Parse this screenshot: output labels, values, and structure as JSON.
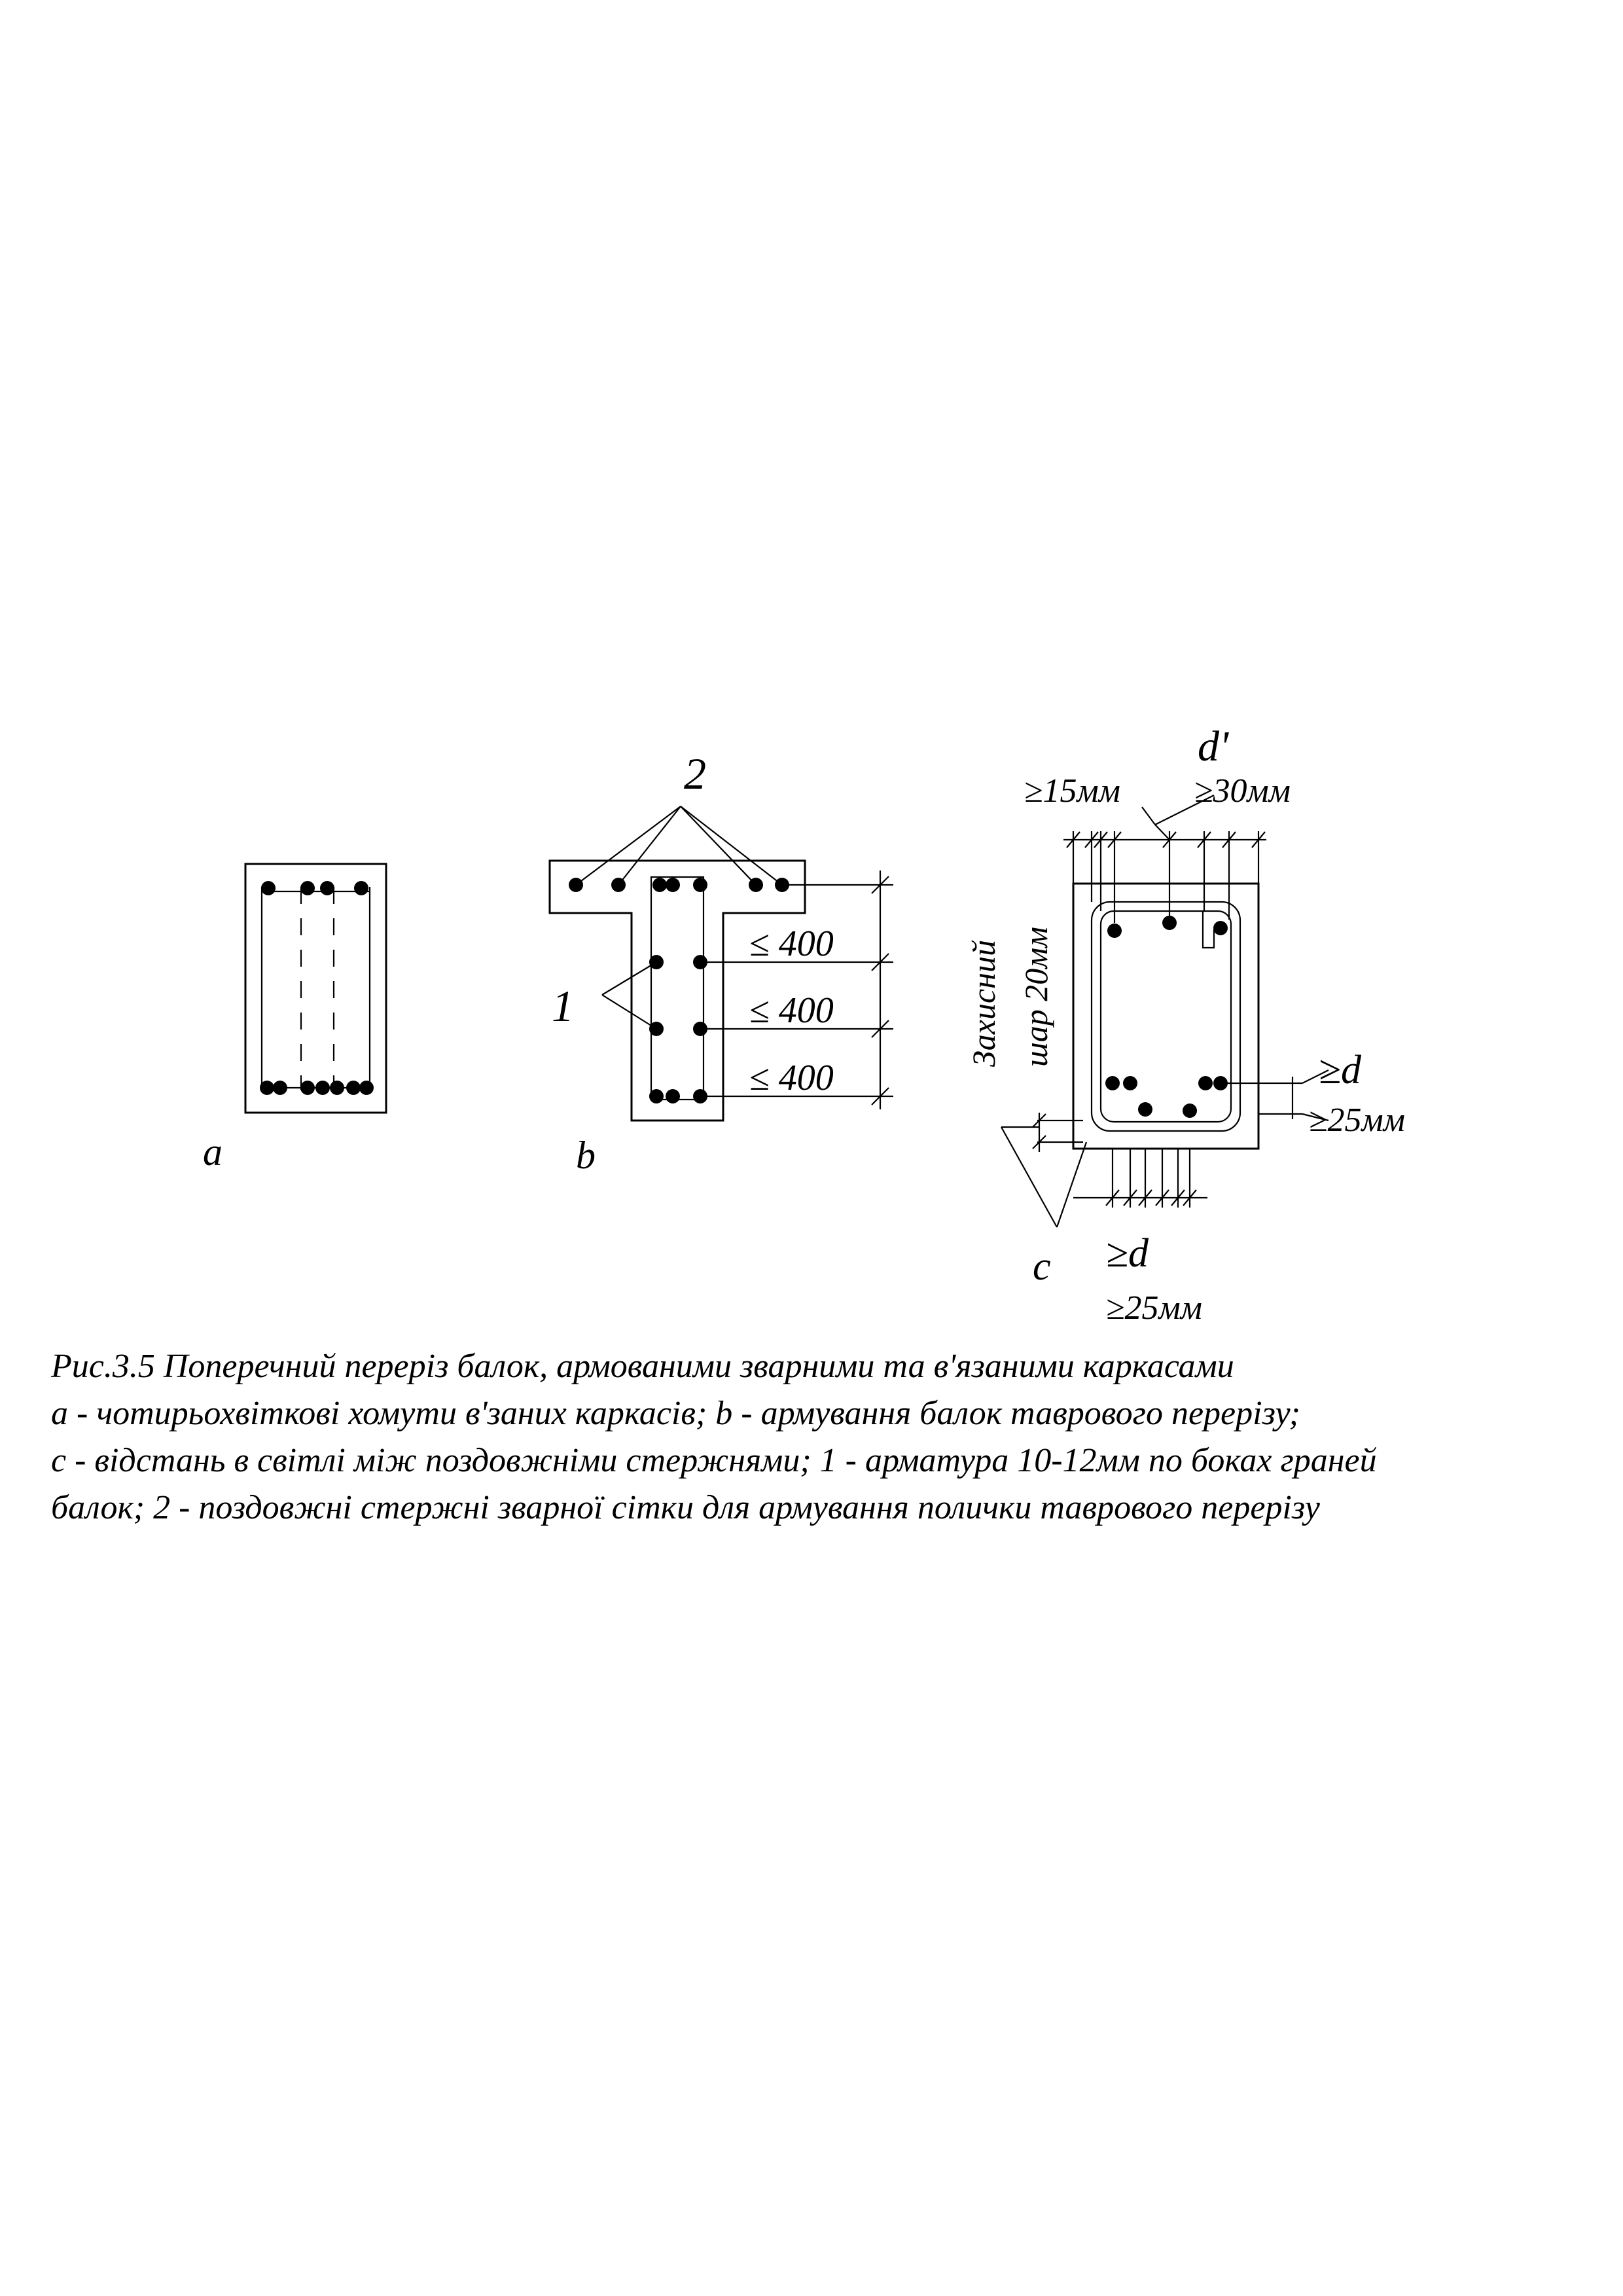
{
  "figure": {
    "panel_a_label": "a",
    "panel_b_label": "b",
    "panel_c_label": "c",
    "callout_1": "1",
    "callout_2": "2",
    "spacing_labels": [
      "≤ 400",
      "≤ 400",
      "≤ 400"
    ],
    "d_prime": "d'",
    "top_cover_left": "≥15мм",
    "top_cover_right": "≥30мм",
    "side_d": "≥d",
    "side_25": "≥25мм",
    "bottom_d": "≥d",
    "bottom_25": "≥25мм",
    "cover_text_line1": "Захисний",
    "cover_text_line2": "шар 20мм"
  },
  "caption": {
    "line1": "Рис.3.5   Поперечний переріз балок, армованими зварними та в'язаними каркасами",
    "line2": "а - чотирьохвіткові хомути в'заних каркасів; b - армування балок таврового перерізу;",
    "line3": "с - відстань в світлі між поздовжніми стержнями; 1 - арматура 10-12мм по боках граней",
    "line4": "балок; 2 -  поздовжні стержні зварної сітки для армування полички таврового перерізу"
  }
}
